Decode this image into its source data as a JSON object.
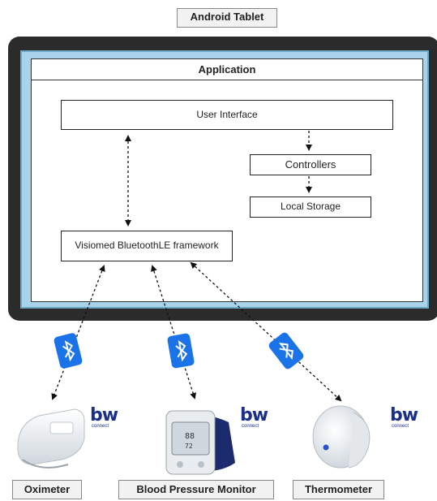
{
  "tablet_label": "Android Tablet",
  "application": {
    "title": "Application"
  },
  "nodes": {
    "user_interface": "User Interface",
    "controllers": "Controllers",
    "local_storage": "Local Storage",
    "ble_framework": "Visiomed BluetoothLE framework"
  },
  "brand": {
    "logo": "bw",
    "tagline": "connect"
  },
  "devices": [
    {
      "label": "Oximeter",
      "icon": "oximeter-icon"
    },
    {
      "label": "Blood Pressure Monitor",
      "icon": "blood-pressure-monitor-icon"
    },
    {
      "label": "Thermometer",
      "icon": "thermometer-icon"
    }
  ],
  "colors": {
    "tablet_frame": "#2b2b2b",
    "screen": "#a9d3ea",
    "bluetooth": "#1a73e8",
    "brand": "#1a2f8a"
  }
}
